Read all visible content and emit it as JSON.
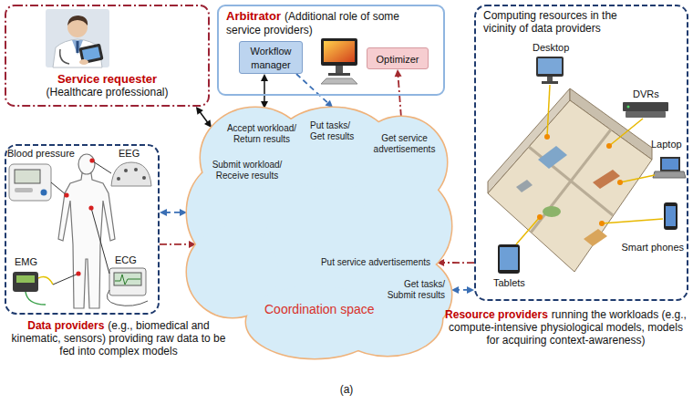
{
  "diagram": {
    "caption": "(a)",
    "nodes": [
      {
        "text": [
          "Service requester",
          "(Healthcare professional)"
        ]
      },
      {
        "text": [
          "Arbitrator",
          "(Additional role of some service providers)"
        ]
      },
      {
        "text": [
          "Workflow manager"
        ],
        "in": 1
      },
      {
        "text": [
          "Optimizer"
        ],
        "in": 1
      },
      {
        "text": [
          "Coordination space"
        ]
      },
      {
        "text": [
          "Data providers",
          "(e.g., biomedical and kinematic, sensors) providing raw data to be fed into complex models"
        ]
      },
      {
        "text": [
          "Computing resources in the vicinity of data providers",
          "Resource providers",
          "running the workloads (e.g., compute-intensive physiological models, models for acquiring context-awareness)"
        ]
      }
    ],
    "edges": [
      {
        "from": 0,
        "to": 4,
        "arrow": "both",
        "label": "Submit workload/ Receive results"
      },
      {
        "from": 2,
        "to": 4,
        "arrow": "both",
        "label": "Accept workload/ Return results"
      },
      {
        "from": 2,
        "to": 4,
        "arrow": "to",
        "label": "Put tasks/ Get results"
      },
      {
        "from": 4,
        "to": 3,
        "arrow": "to",
        "label": "Get service advertisements"
      },
      {
        "from": 6,
        "to": 4,
        "arrow": "to",
        "label": "Put service advertisements"
      },
      {
        "from": 6,
        "to": 4,
        "arrow": "both",
        "label": "Get tasks/ Submit results"
      },
      {
        "from": 5,
        "to": 4,
        "arrow": "both"
      },
      {
        "from": 5,
        "to": 4,
        "arrow": "to"
      }
    ],
    "labels": [
      "Blood pressure",
      "EEG",
      "EMG",
      "ECG",
      "Desktop",
      "DVRs",
      "Laptop",
      "Smart phones",
      "Tablets"
    ]
  }
}
